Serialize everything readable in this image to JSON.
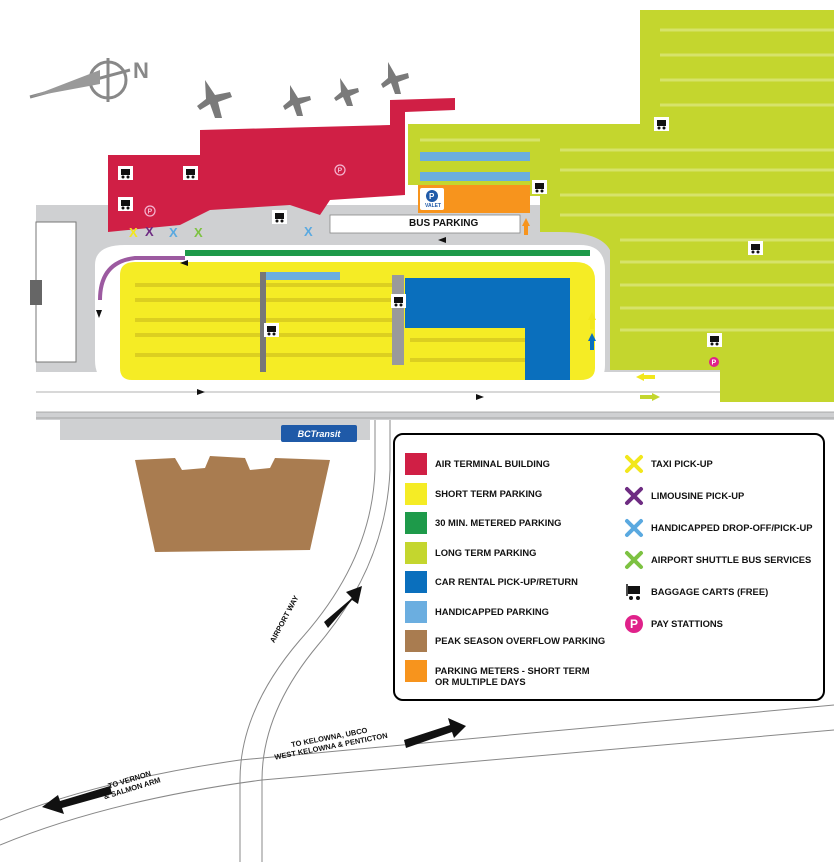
{
  "compass": {
    "letter": "N",
    "icon": "compass-icon"
  },
  "labels": {
    "bus_parking": "BUS PARKING",
    "airport_way": "AIRPORT WAY",
    "to_kelowna": "TO KELOWNA, UBCO",
    "to_kelowna_2": "WEST KELOWNA & PENTICTON",
    "to_vernon": "TO VERNON",
    "to_vernon_2": "& SALMON ARM",
    "bc_transit": "BCTransit",
    "valet": "VALET",
    "pay_station_letter": "P"
  },
  "colors": {
    "terminal": "#d01f45",
    "short_term": "#f5ec25",
    "metered30": "#1e9a4a",
    "long_term": "#c4d62e",
    "car_rental": "#0a6fbd",
    "handicapped": "#6baee0",
    "overflow": "#a97c50",
    "meters": "#f7941d",
    "taxi": "#f2e71c",
    "limousine": "#6e2c82",
    "handicapped_x": "#5aa9e0",
    "shuttle": "#7dc242",
    "pay": "#e0218a",
    "road": "#c8c9cb"
  },
  "legend": {
    "left": [
      {
        "label": "AIR TERMINAL BUILDING",
        "color_key": "terminal"
      },
      {
        "label": "SHORT TERM PARKING",
        "color_key": "short_term"
      },
      {
        "label": "30 MIN. METERED PARKING",
        "color_key": "metered30"
      },
      {
        "label": "LONG TERM PARKING",
        "color_key": "long_term"
      },
      {
        "label": "CAR RENTAL PICK-UP/RETURN",
        "color_key": "car_rental"
      },
      {
        "label": "HANDICAPPED PARKING",
        "color_key": "handicapped"
      },
      {
        "label": "PEAK SEASON OVERFLOW PARKING",
        "color_key": "overflow"
      },
      {
        "label": "PARKING METERS - SHORT TERM OR MULTIPLE DAYS",
        "color_key": "meters"
      }
    ],
    "right": [
      {
        "label": "TAXI PICK-UP",
        "icon": "x-icon",
        "color_key": "taxi"
      },
      {
        "label": "LIMOUSINE PICK-UP",
        "icon": "x-icon",
        "color_key": "limousine"
      },
      {
        "label": "HANDICAPPED DROP-OFF/PICK-UP",
        "icon": "x-icon",
        "color_key": "handicapped_x"
      },
      {
        "label": "AIRPORT SHUTTLE BUS SERVICES",
        "icon": "x-icon",
        "color_key": "shuttle"
      },
      {
        "label": "BAGGAGE CARTS (FREE)",
        "icon": "baggage-cart-icon",
        "color_key": ""
      },
      {
        "label": "PAY STATTIONS",
        "icon": "pay-station-icon",
        "color_key": "pay"
      }
    ]
  }
}
